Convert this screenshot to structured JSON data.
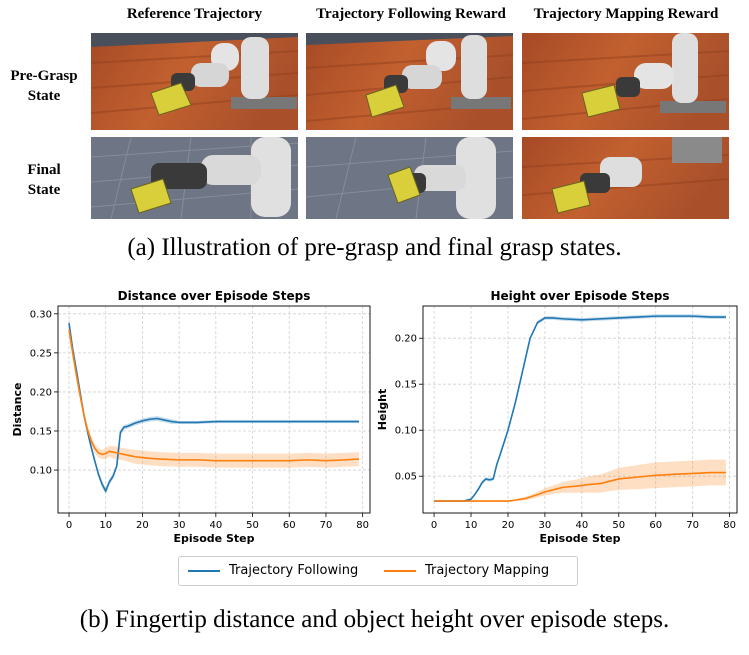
{
  "figure": {
    "columns": [
      "Reference Trajectory",
      "Trajectory Following Reward",
      "Trajectory Mapping Reward"
    ],
    "rows": [
      [
        "Pre-Grasp",
        "State"
      ],
      [
        "Final",
        "State"
      ]
    ],
    "caption_a": "(a) Illustration of pre-grasp and final grasp states.",
    "caption_b": "(b) Fingertip distance and object height over episode steps.",
    "colors": {
      "following": "#1f77b4",
      "mapping": "#ff7f0e",
      "wood": "#b8542b",
      "floor": "#6e7585",
      "robot": "#dcdcdc",
      "object": "#d8cf3a"
    }
  },
  "legend": [
    "Trajectory Following",
    "Trajectory Mapping"
  ],
  "chart_data": [
    {
      "type": "line",
      "title": "Distance over Episode Steps",
      "xlabel": "Episode Step",
      "ylabel": "Distance",
      "xlim": [
        -3,
        82
      ],
      "ylim": [
        0.045,
        0.31
      ],
      "xticks": [
        0,
        10,
        20,
        30,
        40,
        50,
        60,
        70,
        80
      ],
      "yticks": [
        0.1,
        0.15,
        0.2,
        0.25,
        0.3
      ],
      "ytick_labels": [
        "0.10",
        "0.15",
        "0.20",
        "0.25",
        "0.30"
      ],
      "grid": true,
      "series": [
        {
          "name": "Trajectory Following",
          "color": "#1f77b4",
          "x": [
            0,
            1,
            2,
            3,
            4,
            5,
            6,
            7,
            8,
            9,
            10,
            11,
            12,
            13,
            14,
            15,
            16,
            18,
            20,
            22,
            24,
            26,
            28,
            30,
            35,
            40,
            50,
            60,
            70,
            79
          ],
          "y": [
            0.288,
            0.255,
            0.228,
            0.2,
            0.172,
            0.15,
            0.13,
            0.112,
            0.095,
            0.082,
            0.073,
            0.085,
            0.092,
            0.105,
            0.148,
            0.155,
            0.156,
            0.16,
            0.163,
            0.165,
            0.166,
            0.164,
            0.162,
            0.161,
            0.161,
            0.162,
            0.162,
            0.162,
            0.162,
            0.162
          ],
          "band": [
            0.008,
            0.006,
            0.005,
            0.004,
            0.004,
            0.004,
            0.004,
            0.004,
            0.004,
            0.004,
            0.004,
            0.004,
            0.004,
            0.004,
            0.004,
            0.003,
            0.003,
            0.003,
            0.003,
            0.003,
            0.003,
            0.003,
            0.003,
            0.002,
            0.002,
            0.002,
            0.002,
            0.002,
            0.002,
            0.002
          ]
        },
        {
          "name": "Trajectory Mapping",
          "color": "#ff7f0e",
          "x": [
            0,
            1,
            2,
            3,
            4,
            5,
            6,
            7,
            8,
            9,
            10,
            11,
            12,
            13,
            14,
            15,
            16,
            18,
            20,
            22,
            25,
            30,
            35,
            40,
            45,
            50,
            55,
            60,
            65,
            70,
            75,
            79
          ],
          "y": [
            0.28,
            0.25,
            0.222,
            0.196,
            0.172,
            0.152,
            0.138,
            0.128,
            0.122,
            0.12,
            0.121,
            0.124,
            0.123,
            0.122,
            0.121,
            0.12,
            0.119,
            0.117,
            0.116,
            0.115,
            0.114,
            0.113,
            0.113,
            0.112,
            0.112,
            0.112,
            0.112,
            0.112,
            0.113,
            0.112,
            0.113,
            0.114
          ],
          "band": [
            0.008,
            0.007,
            0.006,
            0.006,
            0.006,
            0.006,
            0.006,
            0.006,
            0.006,
            0.006,
            0.007,
            0.007,
            0.008,
            0.008,
            0.008,
            0.008,
            0.008,
            0.009,
            0.009,
            0.009,
            0.009,
            0.009,
            0.009,
            0.009,
            0.009,
            0.009,
            0.009,
            0.009,
            0.009,
            0.009,
            0.009,
            0.009
          ]
        }
      ]
    },
    {
      "type": "line",
      "title": "Height over Episode Steps",
      "xlabel": "Episode Step",
      "ylabel": "Height",
      "xlim": [
        -3,
        82
      ],
      "ylim": [
        0.01,
        0.235
      ],
      "xticks": [
        0,
        10,
        20,
        30,
        40,
        50,
        60,
        70,
        80
      ],
      "yticks": [
        0.05,
        0.1,
        0.15,
        0.2
      ],
      "ytick_labels": [
        "0.05",
        "0.10",
        "0.15",
        "0.20"
      ],
      "grid": true,
      "series": [
        {
          "name": "Trajectory Following",
          "color": "#1f77b4",
          "x": [
            0,
            4,
            8,
            10,
            11,
            12,
            13,
            14,
            15,
            16,
            17,
            18,
            20,
            22,
            24,
            26,
            28,
            30,
            32,
            35,
            40,
            45,
            50,
            55,
            60,
            65,
            70,
            75,
            79
          ],
          "y": [
            0.023,
            0.023,
            0.023,
            0.025,
            0.03,
            0.036,
            0.043,
            0.047,
            0.046,
            0.047,
            0.063,
            0.075,
            0.1,
            0.13,
            0.165,
            0.2,
            0.217,
            0.222,
            0.222,
            0.221,
            0.22,
            0.221,
            0.222,
            0.223,
            0.224,
            0.224,
            0.224,
            0.223,
            0.223
          ],
          "band": [
            0.001,
            0.001,
            0.001,
            0.001,
            0.001,
            0.002,
            0.002,
            0.002,
            0.002,
            0.002,
            0.002,
            0.002,
            0.002,
            0.002,
            0.002,
            0.002,
            0.002,
            0.002,
            0.002,
            0.002,
            0.002,
            0.002,
            0.002,
            0.002,
            0.002,
            0.002,
            0.002,
            0.002,
            0.002
          ]
        },
        {
          "name": "Trajectory Mapping",
          "color": "#ff7f0e",
          "x": [
            0,
            5,
            10,
            15,
            20,
            22,
            25,
            28,
            30,
            33,
            35,
            38,
            40,
            42,
            45,
            48,
            50,
            55,
            60,
            65,
            70,
            75,
            79
          ],
          "y": [
            0.023,
            0.023,
            0.023,
            0.023,
            0.023,
            0.024,
            0.026,
            0.03,
            0.033,
            0.036,
            0.038,
            0.039,
            0.04,
            0.041,
            0.042,
            0.045,
            0.047,
            0.049,
            0.051,
            0.052,
            0.053,
            0.054,
            0.054
          ],
          "band": [
            0.001,
            0.001,
            0.001,
            0.001,
            0.001,
            0.001,
            0.002,
            0.003,
            0.004,
            0.005,
            0.006,
            0.007,
            0.008,
            0.009,
            0.01,
            0.011,
            0.012,
            0.013,
            0.014,
            0.014,
            0.014,
            0.014,
            0.014
          ]
        }
      ]
    }
  ]
}
